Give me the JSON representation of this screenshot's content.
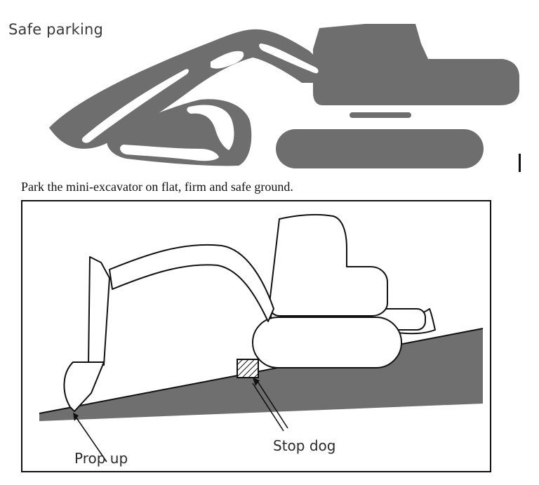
{
  "heading": "Safe parking",
  "caption": "Park the mini-excavator on flat, firm and safe ground.",
  "labels": {
    "prop_up": "Prop up",
    "stop_dog": "Stop dog"
  },
  "colors": {
    "silhouette": "#6e6e6e",
    "ground": "#6f6f6f",
    "line": "#111111"
  }
}
